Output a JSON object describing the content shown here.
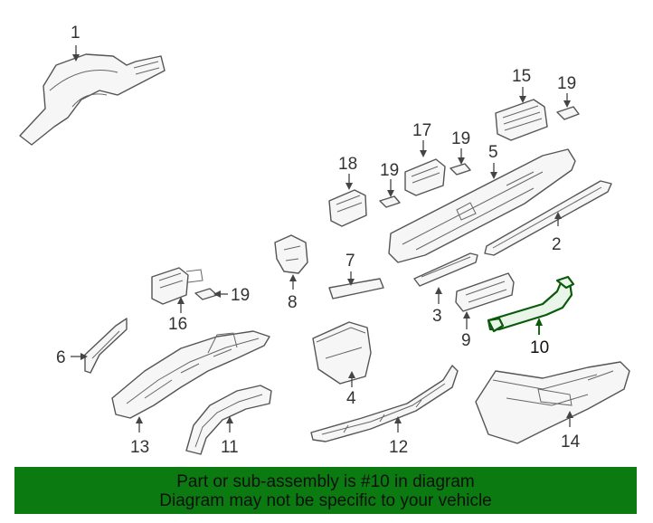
{
  "callouts": {
    "p1": "1",
    "p2": "2",
    "p3": "3",
    "p4": "4",
    "p5": "5",
    "p6": "6",
    "p7": "7",
    "p8": "8",
    "p9": "9",
    "p10": "10",
    "p11": "11",
    "p12": "12",
    "p13": "13",
    "p14": "14",
    "p15": "15",
    "p16": "16",
    "p17": "17",
    "p18": "18",
    "p19a": "19",
    "p19b": "19",
    "p19c": "19",
    "p19d": "19"
  },
  "banner": {
    "line1": "Part or sub-assembly is #10 in diagram",
    "line2": "Diagram may not be specific to your vehicle"
  },
  "colors": {
    "banner_bg": "#0b7a10",
    "highlight": "#0a5a0a"
  }
}
